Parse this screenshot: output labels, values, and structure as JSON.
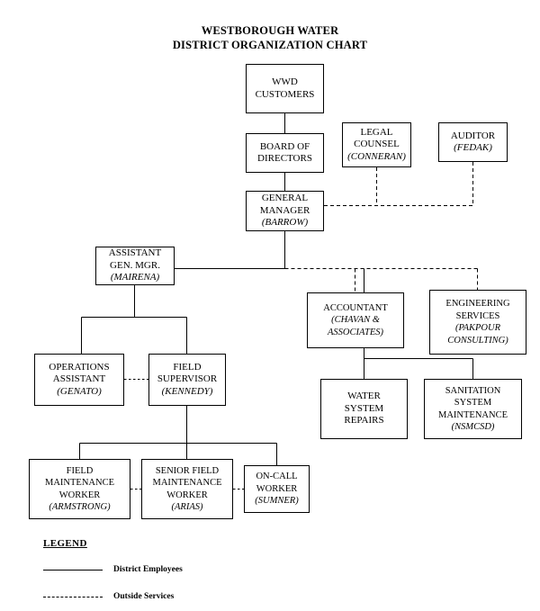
{
  "title": {
    "line1": "WESTBOROUGH WATER",
    "line2": "DISTRICT ORGANIZATION CHART"
  },
  "nodes": {
    "customers": {
      "line1": "WWD",
      "line2": "CUSTOMERS",
      "line3": "",
      "line4": "",
      "person": ""
    },
    "board": {
      "line1": "BOARD OF",
      "line2": "DIRECTORS",
      "line3": "",
      "line4": "",
      "person": ""
    },
    "legal": {
      "line1": "LEGAL",
      "line2": "COUNSEL",
      "line3": "",
      "line4": "",
      "person": "(CONNERAN)"
    },
    "auditor": {
      "line1": "AUDITOR",
      "line2": "",
      "line3": "",
      "line4": "",
      "person": "(FEDAK)"
    },
    "gm": {
      "line1": "GENERAL",
      "line2": "MANAGER",
      "line3": "",
      "line4": "",
      "person": "(BARROW)"
    },
    "agm": {
      "line1": "ASSISTANT",
      "line2": "GEN. MGR.",
      "line3": "",
      "line4": "",
      "person": "(MAIRENA)"
    },
    "accountant": {
      "line1": "ACCOUNTANT",
      "line2": "",
      "line3": "",
      "line4": "",
      "person": "(CHAVAN & ASSOCIATES)"
    },
    "engineering": {
      "line1": "ENGINEERING",
      "line2": "SERVICES",
      "line3": "",
      "line4": "",
      "person": "(PAKPOUR CONSULTING)"
    },
    "operations": {
      "line1": "OPERATIONS",
      "line2": "ASSISTANT",
      "line3": "",
      "line4": "",
      "person": "(GENATO)"
    },
    "fieldsup": {
      "line1": "FIELD",
      "line2": "SUPERVISOR",
      "line3": "",
      "line4": "",
      "person": "(KENNEDY)"
    },
    "waterrepairs": {
      "line1": "WATER",
      "line2": "SYSTEM",
      "line3": "REPAIRS",
      "line4": "",
      "person": ""
    },
    "sanitation": {
      "line1": "SANITATION",
      "line2": "SYSTEM",
      "line3": "MAINTENANCE",
      "line4": "",
      "person": "(NSMCSD)"
    },
    "fieldworker": {
      "line1": "FIELD",
      "line2": "MAINTENANCE",
      "line3": "WORKER",
      "line4": "",
      "person": "(ARMSTRONG)"
    },
    "seniorworker": {
      "line1": "SENIOR FIELD",
      "line2": "MAINTENANCE",
      "line3": "WORKER",
      "line4": "",
      "person": "(ARIAS)"
    },
    "oncall": {
      "line1": "ON-CALL",
      "line2": "WORKER",
      "line3": "",
      "line4": "",
      "person": "(SUMNER)"
    }
  },
  "legend": {
    "title": "LEGEND",
    "solid_label": "District Employees",
    "dashed_label": "Outside Services"
  },
  "colors": {
    "line": "#000000",
    "box_border": "#000000",
    "background": "#ffffff",
    "text": "#000000"
  }
}
